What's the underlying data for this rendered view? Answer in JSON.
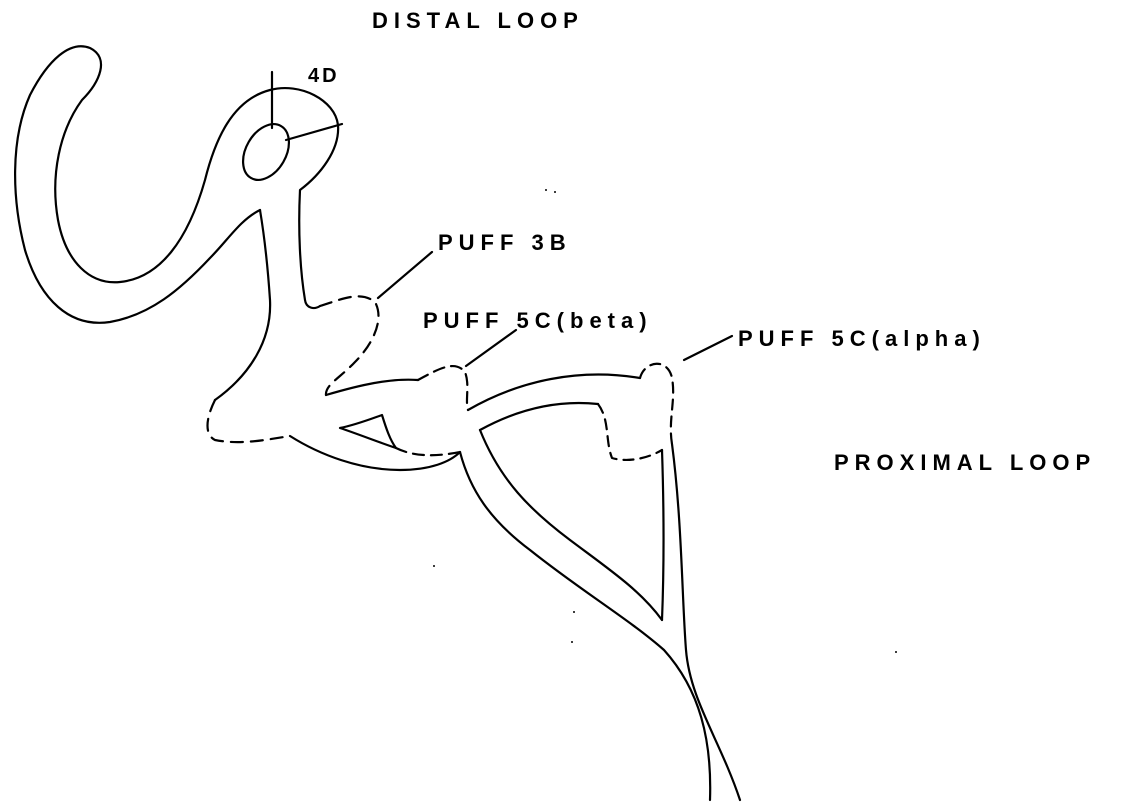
{
  "labels": {
    "distal_loop": "DISTAL LOOP",
    "marker_4d": "4D",
    "puff_3b": "PUFF 3B",
    "puff_5c_beta": "PUFF 5C(beta)",
    "puff_5c_alpha": "PUFF 5C(alpha)",
    "proximal_loop": "PROXIMAL LOOP"
  },
  "colors": {
    "line": "#000000",
    "background": "#ffffff"
  }
}
